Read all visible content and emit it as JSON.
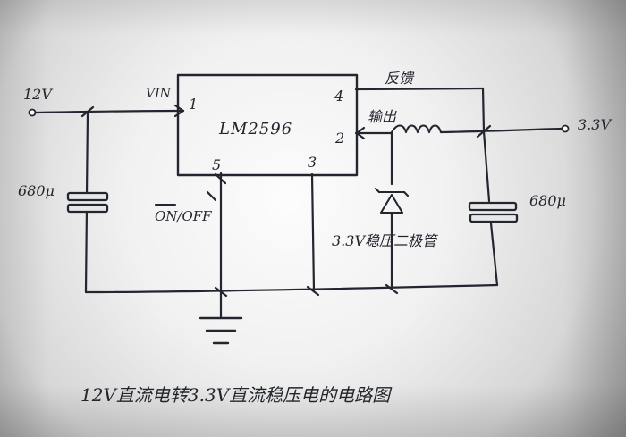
{
  "labels": {
    "input_voltage": "12V",
    "vin": "VIN",
    "chip": "LM2596",
    "pin1": "1",
    "pin2": "2",
    "pin3": "3",
    "pin4": "4",
    "pin5": "5",
    "feedback": "反馈",
    "output": "输出",
    "output_voltage": "3.3V",
    "left_capacitor": "680μ",
    "right_capacitor": "680μ",
    "on_off": "ON/OFF",
    "zener_label": "3.3V稳压二极管",
    "caption": "12V直流电转3.3V直流稳压电的电路图"
  }
}
